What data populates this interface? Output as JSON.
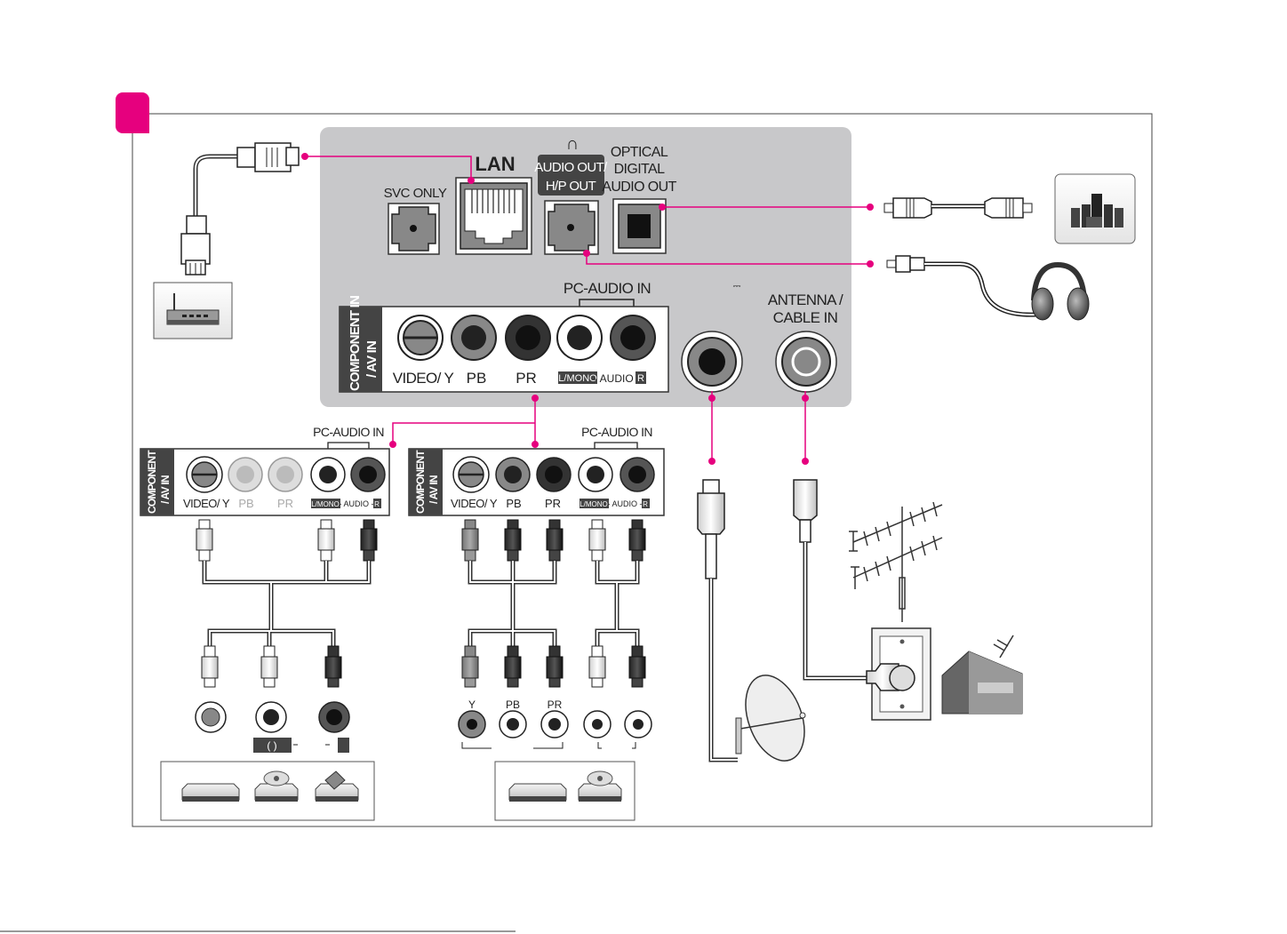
{
  "panel": {
    "svc_only": "SVC ONLY",
    "lan": "LAN",
    "audio_out_line1": "AUDIO OUT/",
    "audio_out_line2": "H/P OUT",
    "optical_line1": "OPTICAL",
    "optical_line2": "DIGITAL",
    "optical_line3": "AUDIO OUT",
    "pc_audio_in": "PC-AUDIO IN",
    "dc_symbol": "⎓",
    "antenna_line1": "ANTENNA /",
    "antenna_line2": "CABLE IN",
    "component_line1": "COMPONENT IN",
    "component_line2": "/ AV IN",
    "video_y": "VIDEO/ Y",
    "pb": "PB",
    "pr": "PR",
    "l_mono": "L/MONO",
    "audio": "- AUDIO -",
    "r": "R"
  },
  "av_box": {
    "pc_audio_in": "PC-AUDIO IN",
    "component_line1": "COMPONENT IN",
    "component_line2": "/ AV IN",
    "video_y": "VIDEO/ Y",
    "pb": "PB",
    "pr": "PR",
    "l_mono": "L/MONO",
    "audio": "- AUDIO -",
    "r": "R",
    "bottom_paren": "(   )"
  },
  "comp_box": {
    "pc_audio_in": "PC-AUDIO IN",
    "component_line1": "COMPONENT IN",
    "component_line2": "/ AV IN",
    "video_y": "VIDEO/ Y",
    "pb": "PB",
    "pr": "PR",
    "l_mono": "L/MONO",
    "audio": "- AUDIO -",
    "r": "R",
    "out_y": "Y",
    "out_pb": "PB",
    "out_pr": "PR"
  },
  "colors": {
    "accent": "#e6007e",
    "panel_gray": "#c8c8ca",
    "frame": "#444444"
  },
  "icons": [
    "router-icon",
    "speaker-system-icon",
    "headphones-icon",
    "dvd-player-icon",
    "satellite-dish-icon",
    "tv-antenna-icon",
    "house-icon",
    "wall-plate-icon"
  ]
}
